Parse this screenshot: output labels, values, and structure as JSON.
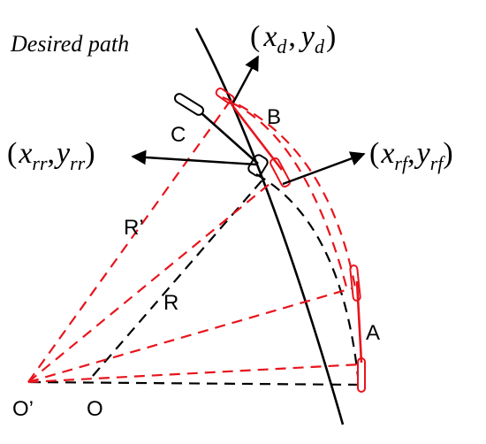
{
  "title": "Desired path",
  "colors": {
    "black": "#000000",
    "red": "#e8141c"
  },
  "points": {
    "o": "O",
    "o_prime": "O’",
    "a": "A",
    "b": "B",
    "c": "C"
  },
  "radii": {
    "r": "R",
    "r_prime": "R’"
  },
  "coords": {
    "desired": {
      "open": "(",
      "x": "x",
      "x_sub": "d",
      "comma": ",",
      "y": "y",
      "y_sub": "d",
      "close": ")"
    },
    "rear": {
      "open": "(",
      "x": "x",
      "x_sub": "rr",
      "comma": ",",
      "y": "y",
      "y_sub": "rr",
      "close": ")"
    },
    "front": {
      "open": "(",
      "x": "x",
      "x_sub": "rf",
      "comma": ",",
      "y": "y",
      "y_sub": "rf",
      "close": ")"
    }
  }
}
